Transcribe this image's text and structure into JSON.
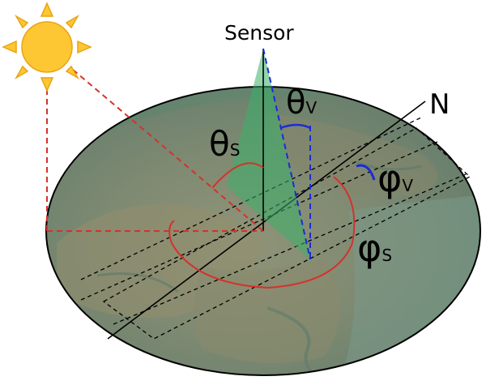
{
  "labels": {
    "sensor": "Sensor",
    "north": "N",
    "theta_s": "θ",
    "theta_s_sub": "S",
    "theta_v": "θ",
    "theta_v_sub": "V",
    "phi_v": "φ",
    "phi_v_sub": "V",
    "phi_s": "φ",
    "phi_s_sub": "S"
  },
  "colors": {
    "sun_body": "#fcc732",
    "sun_rays": "#f7b81e",
    "sun_outline": "#e9a412",
    "solar_lines": "#d4322b",
    "view_lines": "#1a2bd8",
    "view_cone": "#3bb06a",
    "ellipse_outline": "#000000",
    "terrain_water": "#6f8d7a",
    "terrain_land": "#8a8e72",
    "angle_arc_solar": "#d4322b",
    "angle_arc_view": "#1a2bd8"
  }
}
